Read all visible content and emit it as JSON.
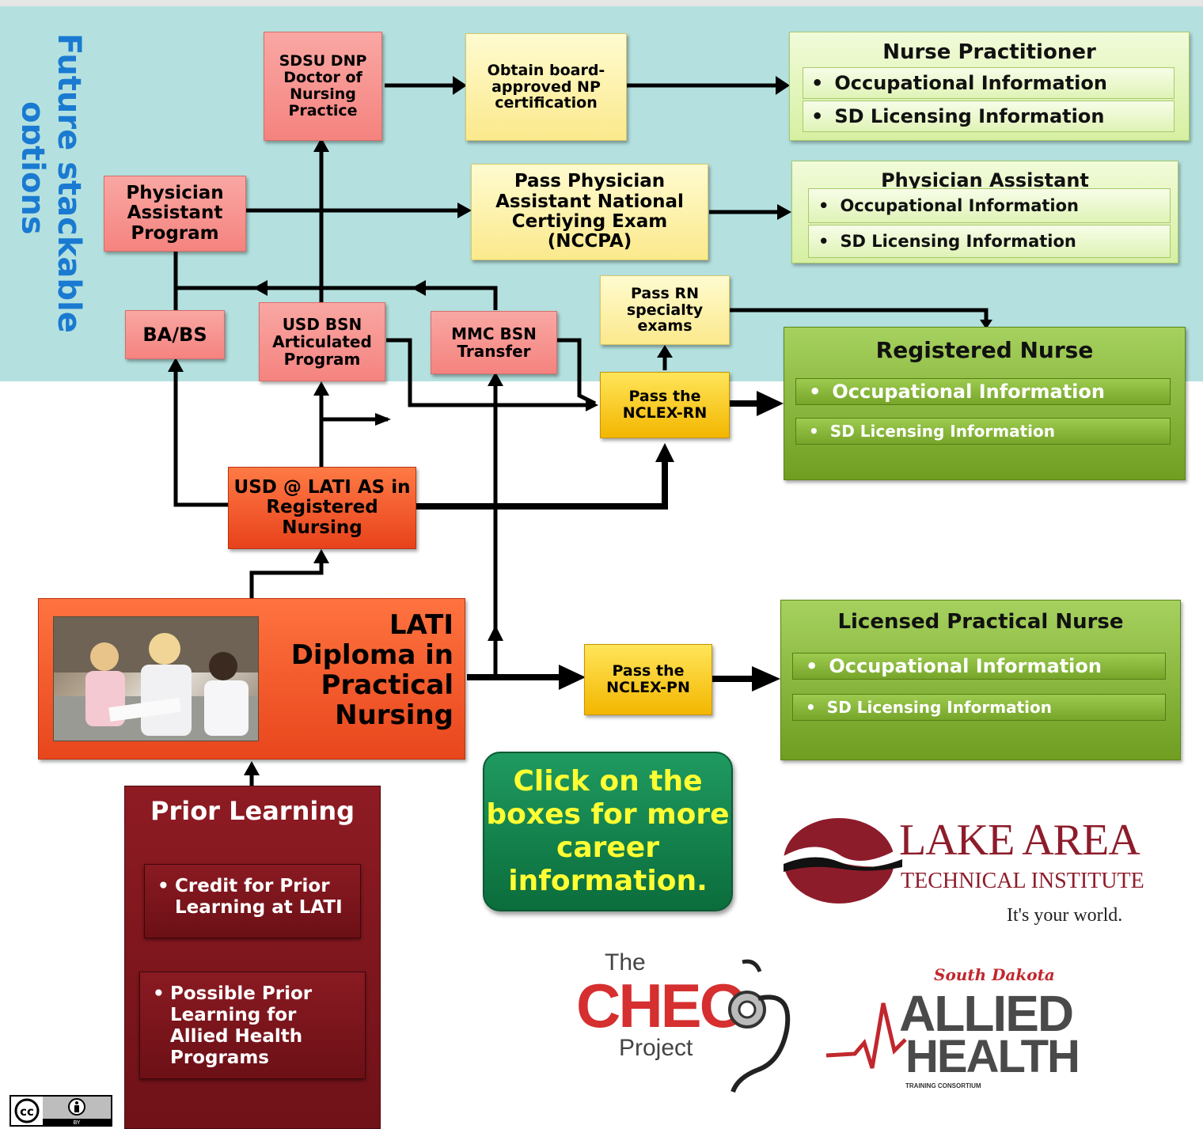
{
  "side_title": {
    "line1": "Future stackable",
    "line2": "options"
  },
  "boxes": {
    "sdsu_dnp": "SDSU DNP Doctor of Nursing Practice",
    "np_cert": "Obtain board-approved NP certification",
    "pa_program": "Physician Assistant Program",
    "nccpa": "Pass Physician Assistant National Certiying Exam (NCCPA)",
    "ba_bs": "BA/BS",
    "usd_bsn": "USD BSN Articulated Program",
    "mmc_bsn": "MMC BSN Transfer",
    "rn_specialty": "Pass RN specialty exams",
    "nclex_rn": "Pass the NCLEX-RN",
    "usd_lati_as": "USD @ LATI AS in Registered Nursing",
    "nclex_pn": "Pass the NCLEX-PN",
    "lati_diploma": "LATI Diploma in Practical Nursing"
  },
  "careers": {
    "np": {
      "title": "Nurse Practitioner",
      "items": [
        "Occupational Information",
        "SD Licensing Information"
      ]
    },
    "pa": {
      "title": "Physician Assistant",
      "items": [
        "Occupational Information",
        "SD Licensing Information"
      ]
    },
    "rn": {
      "title": "Registered Nurse",
      "items": [
        "Occupational Information",
        "SD Licensing Information"
      ]
    },
    "lpn": {
      "title": "Licensed Practical Nurse",
      "items": [
        "Occupational Information",
        "SD Licensing Information"
      ]
    }
  },
  "prior_learning": {
    "title": "Prior Learning",
    "items": [
      "Credit for Prior Learning at LATI",
      "Possible Prior Learning for Allied Health Programs"
    ]
  },
  "callout": "Click on the boxes for more career information.",
  "logos": {
    "lake_area": {
      "line1": "LAKE AREA",
      "line2": "TECHNICAL INSTITUTE",
      "tagline": "It's your world."
    },
    "cheo": {
      "top": "The",
      "main": "CHEO",
      "bottom": "Project"
    },
    "allied": {
      "top": "South Dakota",
      "line1": "ALLIED",
      "line2": "HEALTH",
      "sub": "TRAINING CONSORTIUM"
    },
    "license": {
      "cc": "cc",
      "by": "BY"
    }
  },
  "colors": {
    "band": "#b4e1df",
    "title_blue": "#1a7ad1",
    "dark_red": "#7a141b",
    "callout_green": "#0f7a44",
    "callout_text": "#ffff33"
  }
}
